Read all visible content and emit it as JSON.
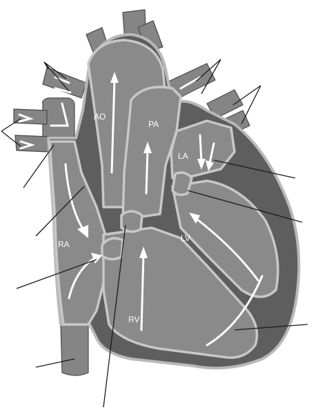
{
  "labels": {
    "ao": "AO",
    "pa": "PA",
    "la": "LA",
    "lv": "LV",
    "ra": "RA",
    "rv": "RV"
  },
  "colors": {
    "heart_wall": "#6d6d6d",
    "chamber_fill": "#8a8a8a",
    "chamber_outline": "#c8c8c8",
    "flow_arrow": "#ffffff",
    "leader_line": "#1a1a1a",
    "background": "#ffffff"
  }
}
